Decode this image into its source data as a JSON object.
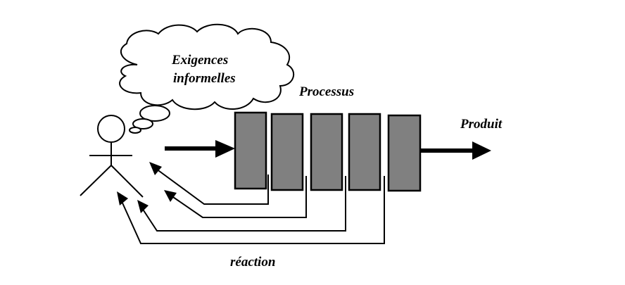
{
  "diagram": {
    "title": "Processus de développement avec réaction de l'utilisateur",
    "labels": {
      "cloud_line1": "Exigences",
      "cloud_line2": "informelles",
      "process": "Processus",
      "product": "Produit",
      "feedback": "réaction"
    },
    "actor": {
      "type": "stick-figure",
      "role": "utilisateur"
    },
    "process_steps": [
      {
        "id": 1
      },
      {
        "id": 2
      },
      {
        "id": 3
      },
      {
        "id": 4
      },
      {
        "id": 5
      }
    ],
    "feedback_arrows": [
      {
        "from_step": 1,
        "to": "actor"
      },
      {
        "from_step": 2,
        "to": "actor"
      },
      {
        "from_step": 3,
        "to": "actor"
      },
      {
        "from_step": 4,
        "to": "actor"
      }
    ],
    "colors": {
      "box_fill": "#808080",
      "stroke": "#000000",
      "background": "#ffffff"
    }
  }
}
